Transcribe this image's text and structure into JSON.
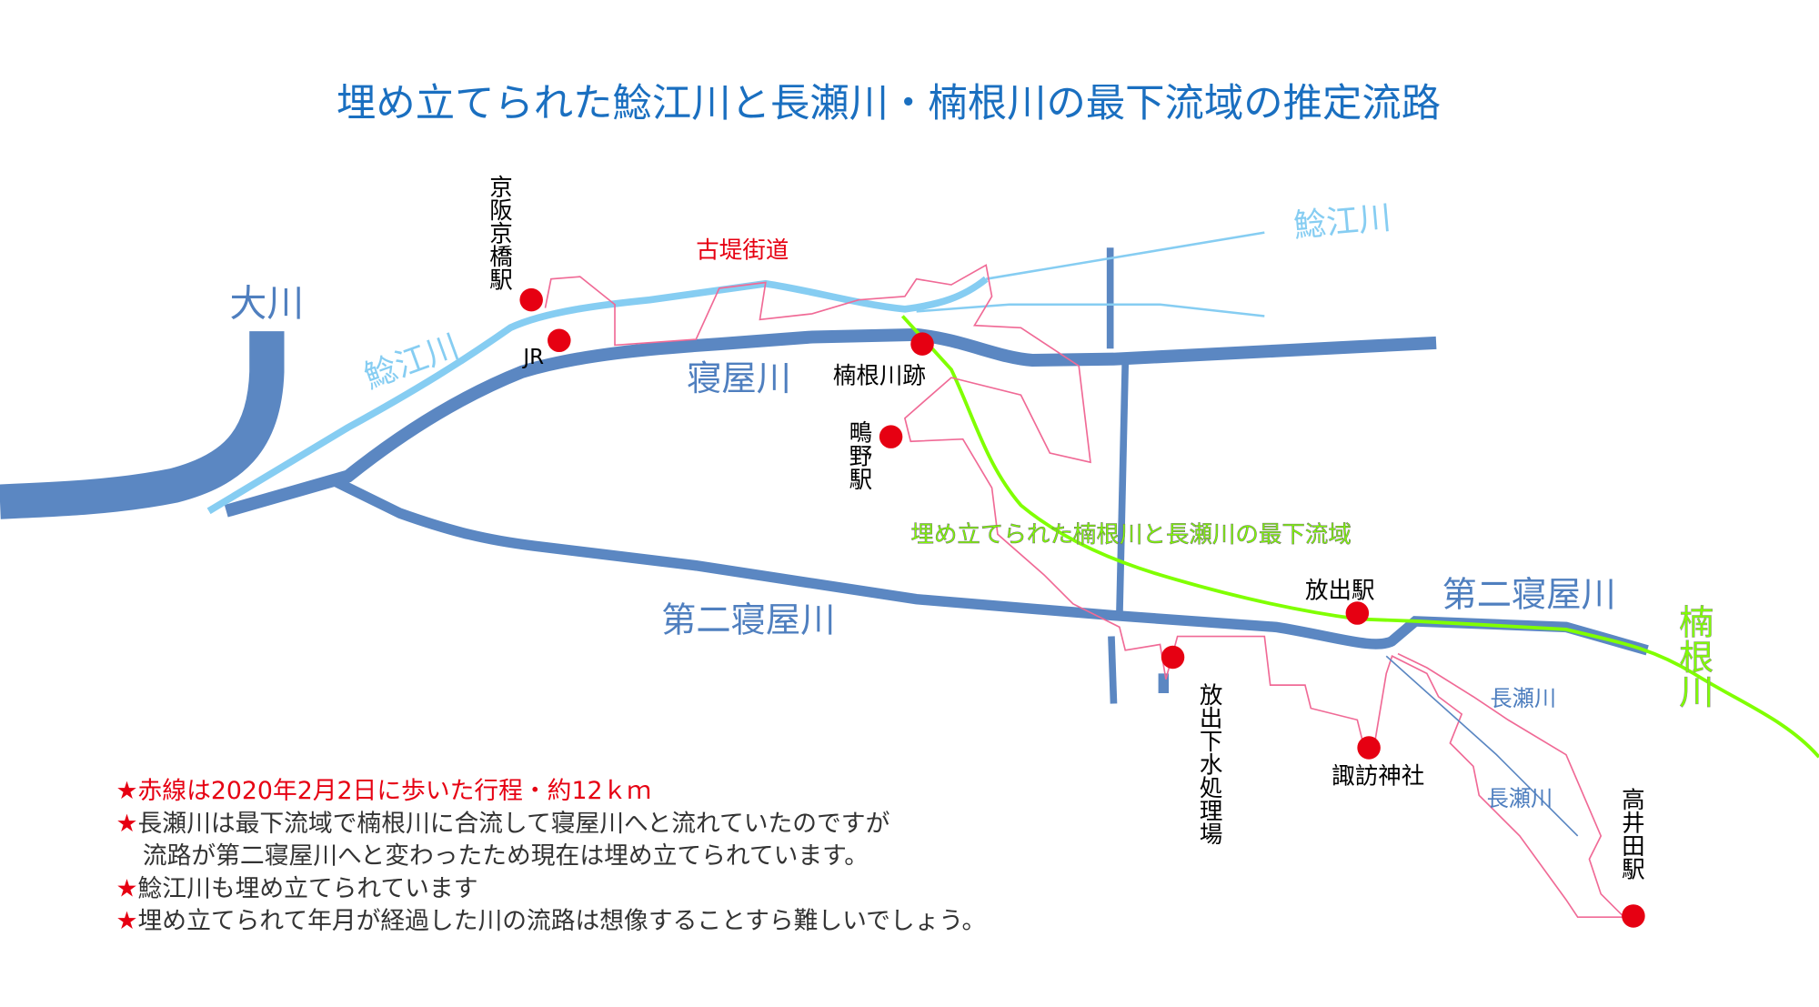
{
  "title": "埋め立てられた鯰江川と長瀬川・楠根川の最下流域の推定流路",
  "colors": {
    "title": "#1a6fc0",
    "river": "#5b87c2",
    "river_label": "#4f7fbf",
    "former_river": "#86cdf2",
    "buried_river": "#80ff00",
    "walk_route": "#f06a96",
    "station": "#e60012",
    "note_red": "#e60012"
  },
  "rivers": {
    "okawa": "大川",
    "neyagawa": "寝屋川",
    "daini_neyagawa_1": "第二寝屋川",
    "daini_neyagawa_2": "第二寝屋川",
    "namazuegawa_1": "鯰江川",
    "namazuegawa_2": "鯰江川",
    "nagasegawa_1": "長瀬川",
    "nagasegawa_2": "長瀬川",
    "kusunegawa": "楠根川"
  },
  "places": {
    "kyobashi": "京阪京橋駅",
    "jr": "JR",
    "furutsutsumi": "古堤街道",
    "kusunegawa_ato": "楠根川跡",
    "shigino": "鴫野駅",
    "hanaten": "放出駅",
    "sewage": "放出下水処理場",
    "suwa": "諏訪神社",
    "takaida": "高井田駅"
  },
  "buried_label": "埋め立てられた楠根川と長瀬川の最下流域",
  "notes": [
    {
      "star": "★",
      "text": "赤線は2020年2月2日に歩いた行程・約12ｋｍ"
    },
    {
      "star": "★",
      "text": "長瀬川は最下流域で楠根川に合流して寝屋川へと流れていたのですが"
    },
    {
      "star": "",
      "text": "流路が第二寝屋川へと変わったため現在は埋め立てられています。"
    },
    {
      "star": "★",
      "text": "鯰江川も埋め立てられています"
    },
    {
      "star": "★",
      "text": "埋め立てられて年月が経過した川の流路は想像することすら難しいでしょう。"
    }
  ]
}
